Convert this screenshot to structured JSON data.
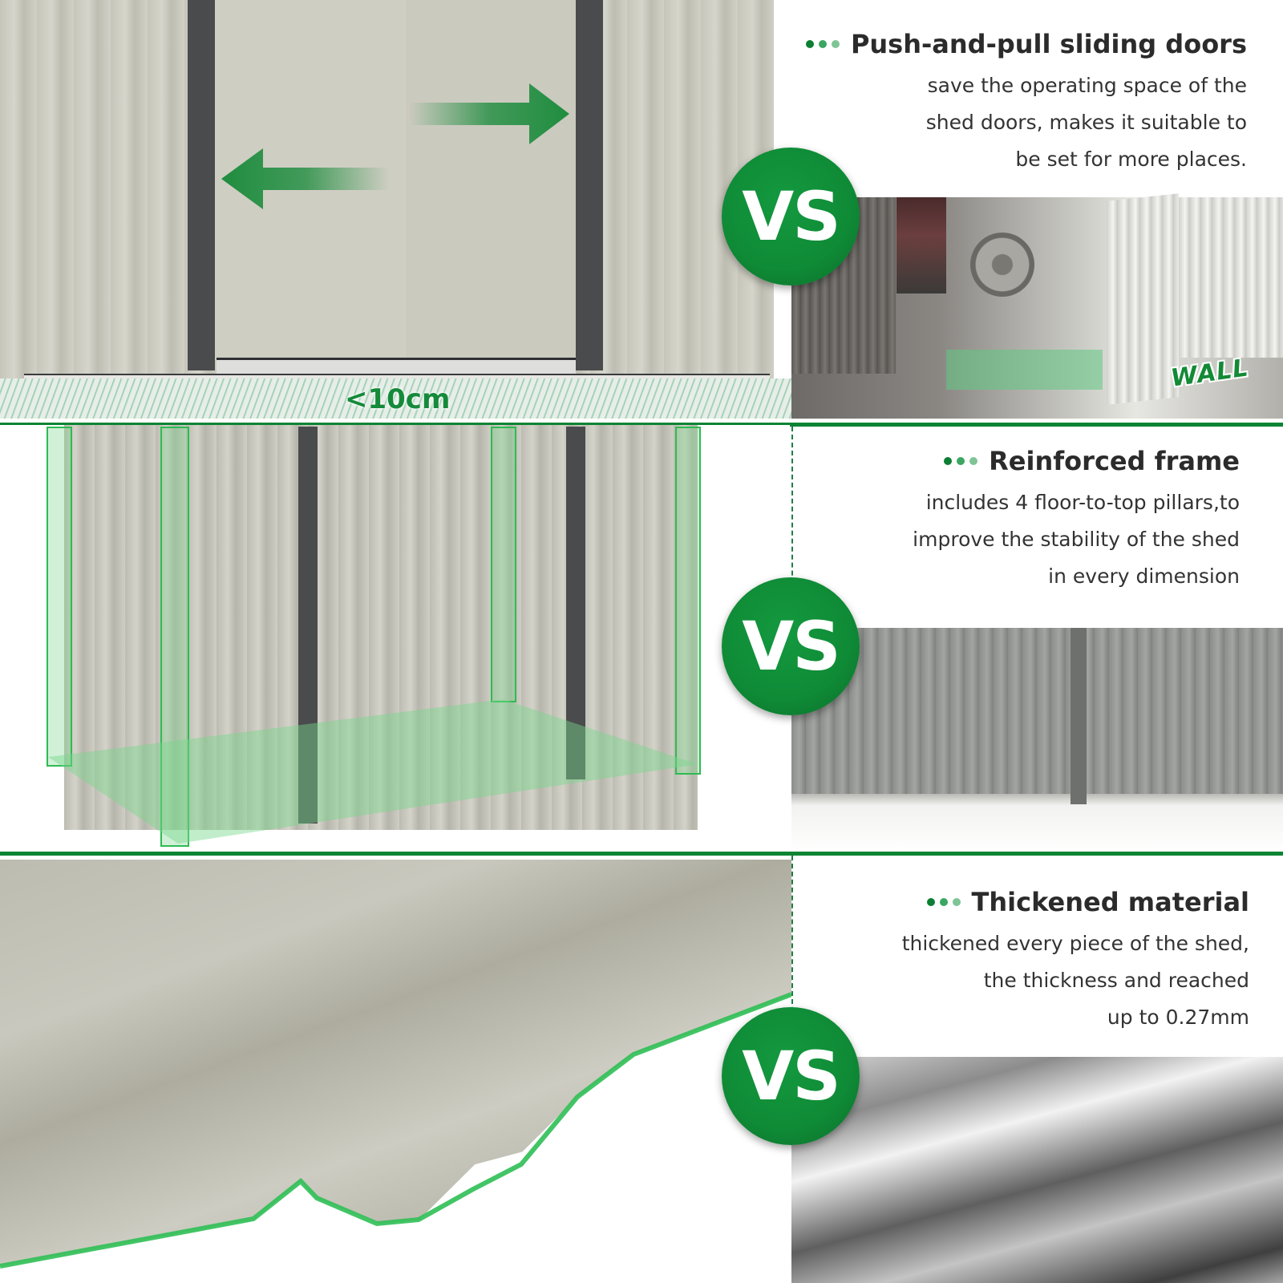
{
  "colors": {
    "brand_green": "#0f8a36",
    "dot1": "#0b7f32",
    "dot2": "#3ba661",
    "dot3": "#7fc495",
    "text": "#2b2b2b"
  },
  "sections": [
    {
      "title": "Push-and-pull sliding doors",
      "desc": [
        "save the operating space of the",
        "shed doors, makes it suitable to",
        "be set for more places."
      ],
      "badge": "VS",
      "left_label": "<10cm",
      "photo_label": "WALL"
    },
    {
      "title": "Reinforced frame",
      "desc": [
        "includes 4 floor-to-top pillars,to",
        "improve the stability of the shed",
        "in every dimension"
      ],
      "badge": "VS"
    },
    {
      "title": "Thickened material",
      "desc": [
        "thickened every piece of the shed,",
        "the thickness and reached",
        "up to 0.27mm"
      ],
      "badge": "VS"
    }
  ]
}
